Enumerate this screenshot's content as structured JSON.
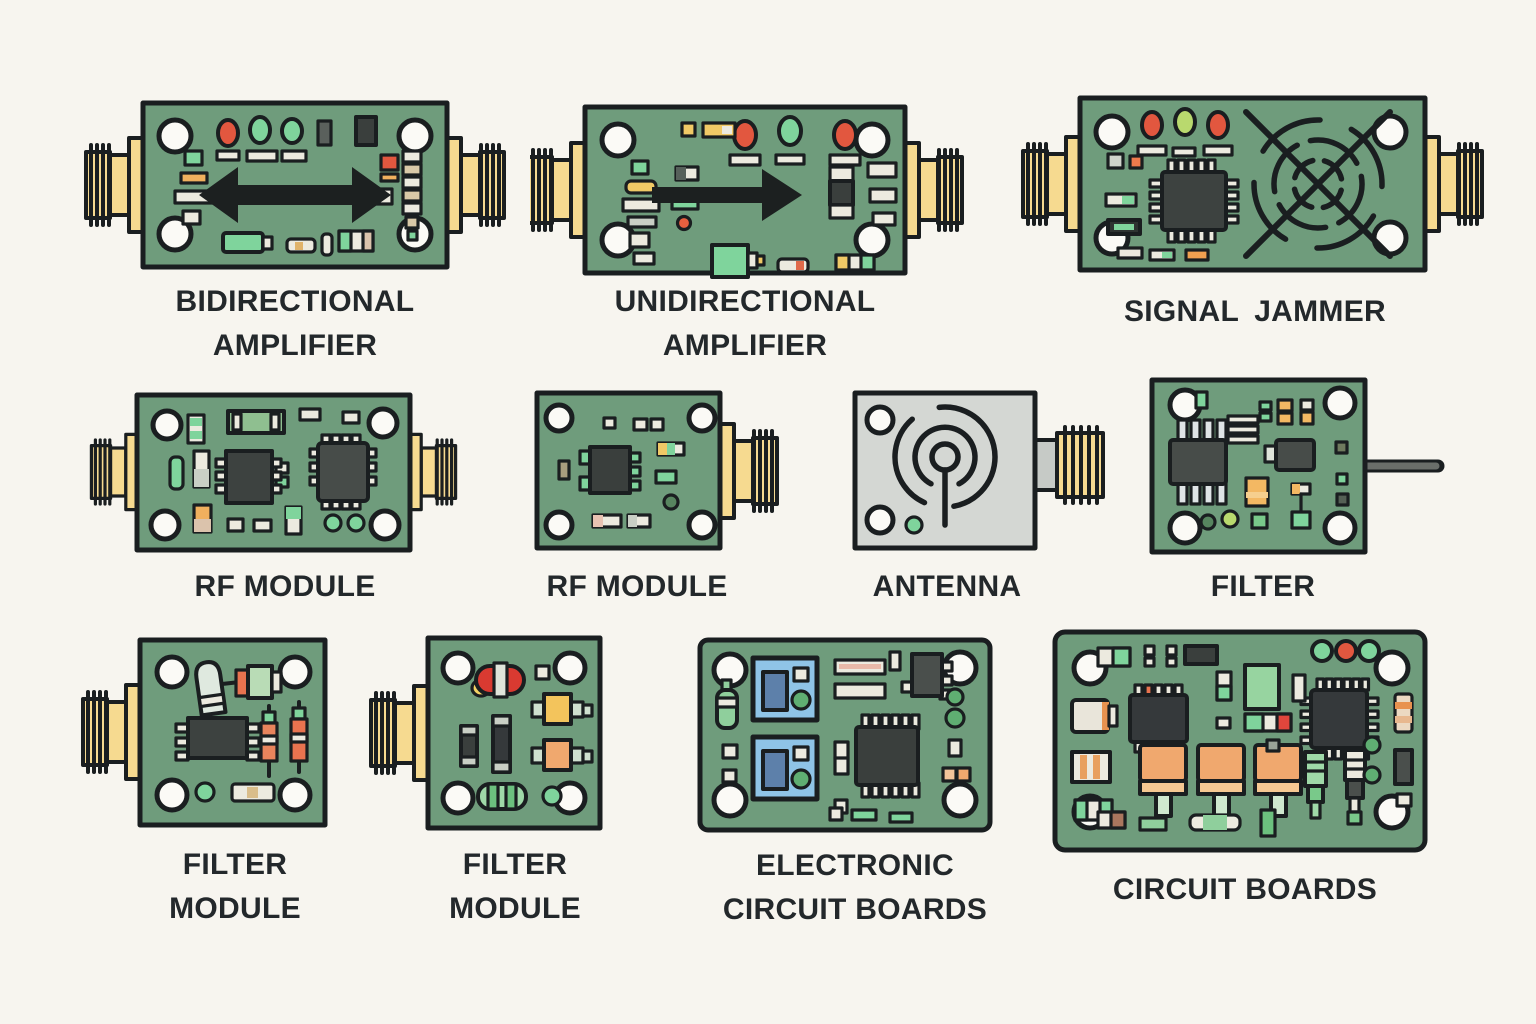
{
  "palette": {
    "background": "#f7f5ef",
    "pcb_green": "#6f9c7c",
    "outline": "#1a1e20",
    "connector_yellow": "#f6da90",
    "hole_white": "#fbfaf6",
    "led_red": "#e2573f",
    "led_green": "#7fd49c",
    "led_lime": "#b9d96e",
    "chip_dark": "#3d4240",
    "pad_white": "#eceadf",
    "antenna_gray": "#d4d7d3",
    "relay_blue": "#8fc4e7",
    "relay_blue_dark": "#5d80aa",
    "transistor_orange": "#f0a86e",
    "cap_orange": "#f3b863",
    "arrow_black": "#1c2020",
    "text": "#23282b",
    "wire_gray": "#6a6e6a"
  },
  "items": [
    {
      "id": "bidirectional-amplifier",
      "label_lines": [
        "BIDIRECTIONAL",
        "AMPLIFIER"
      ]
    },
    {
      "id": "unidirectional-amplifier",
      "label_lines": [
        "UNIDIRECTIONAL",
        "AMPLIFIER"
      ]
    },
    {
      "id": "signal-jammer",
      "label_lines": [
        "SIGNAL JAMMER"
      ]
    },
    {
      "id": "rf-module-a",
      "label_lines": [
        "RF MODULE"
      ]
    },
    {
      "id": "rf-module-b",
      "label_lines": [
        "RF MODULE"
      ]
    },
    {
      "id": "antenna",
      "label_lines": [
        "ANTENNA"
      ]
    },
    {
      "id": "filter",
      "label_lines": [
        "FILTER"
      ]
    },
    {
      "id": "filter-module-a",
      "label_lines": [
        "FILTER",
        "MODULE"
      ]
    },
    {
      "id": "filter-module-b",
      "label_lines": [
        "FILTER",
        "MODULE"
      ]
    },
    {
      "id": "electronic-circuit-boards",
      "label_lines": [
        "ELECTRONIC",
        "CIRCUIT BOARDS"
      ]
    },
    {
      "id": "circuit-boards",
      "label_lines": [
        "CIRCUIT BOARDS"
      ]
    }
  ]
}
